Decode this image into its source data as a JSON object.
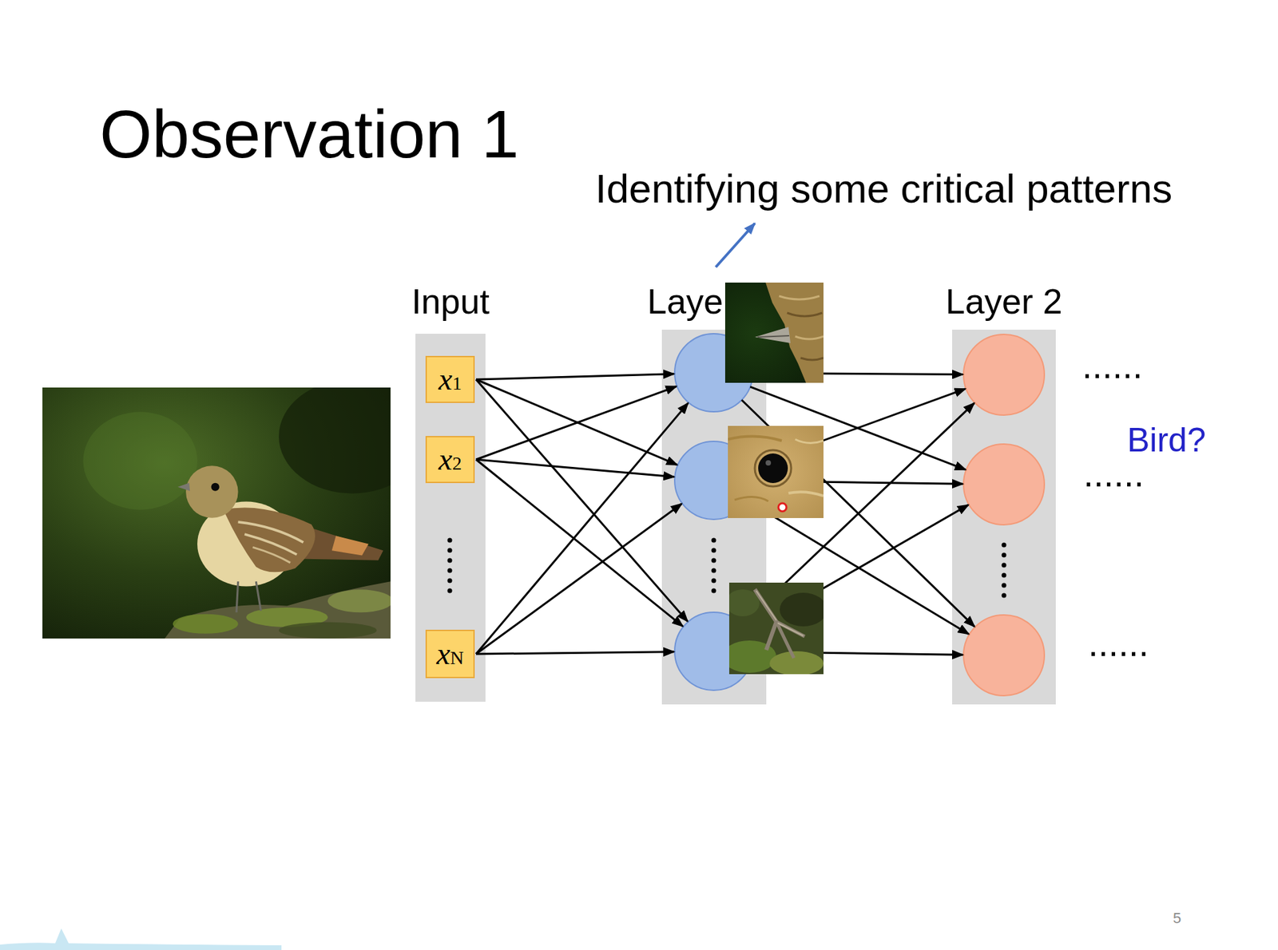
{
  "diagram": {
    "title": "Observation 1",
    "nodes": [
      {
        "text": [
          "Input"
        ]
      },
      {
        "text": [
          "x1"
        ],
        "in": 0
      },
      {
        "text": [
          "x2"
        ],
        "in": 0
      },
      {
        "text": [
          "xN"
        ],
        "in": 0
      },
      {
        "text": [
          "Laye"
        ]
      },
      {
        "text": [
          "Layer 2"
        ]
      }
    ],
    "labels": [
      "Identifying some critical patterns",
      "......",
      "......",
      "......",
      "Bird?",
      "5"
    ]
  }
}
